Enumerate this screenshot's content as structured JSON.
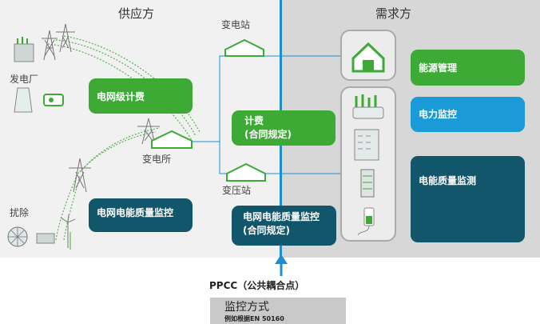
{
  "titles": {
    "supply": "供应方",
    "demand": "需求方"
  },
  "labels": {
    "substation_top": "变电站",
    "power_plant": "发电厂",
    "substation_mid": "变电所",
    "substation_bottom": "变压站",
    "disturbance": "扰除",
    "ppcc": "PPCC（公共耦合点）"
  },
  "boxes": {
    "grid_billing": "电网级计费",
    "metering_line1": "计费",
    "metering_line2": "(合同规定)",
    "grid_quality_monitor": "电网电能质量监控",
    "grid_quality_contract_line1": "电网电能质量监控",
    "grid_quality_contract_line2": "(合同规定)",
    "energy_management": "能源管理",
    "power_monitoring": "电力监控",
    "power_quality_monitoring": "电能质量监测"
  },
  "bottom": {
    "title": "监控方式",
    "subtitle": "例如根据EN 50160"
  },
  "colors": {
    "green": "#3daa35",
    "teal": "#11566a",
    "blue": "#1a9ad6",
    "divider": "#1a8fd6"
  }
}
